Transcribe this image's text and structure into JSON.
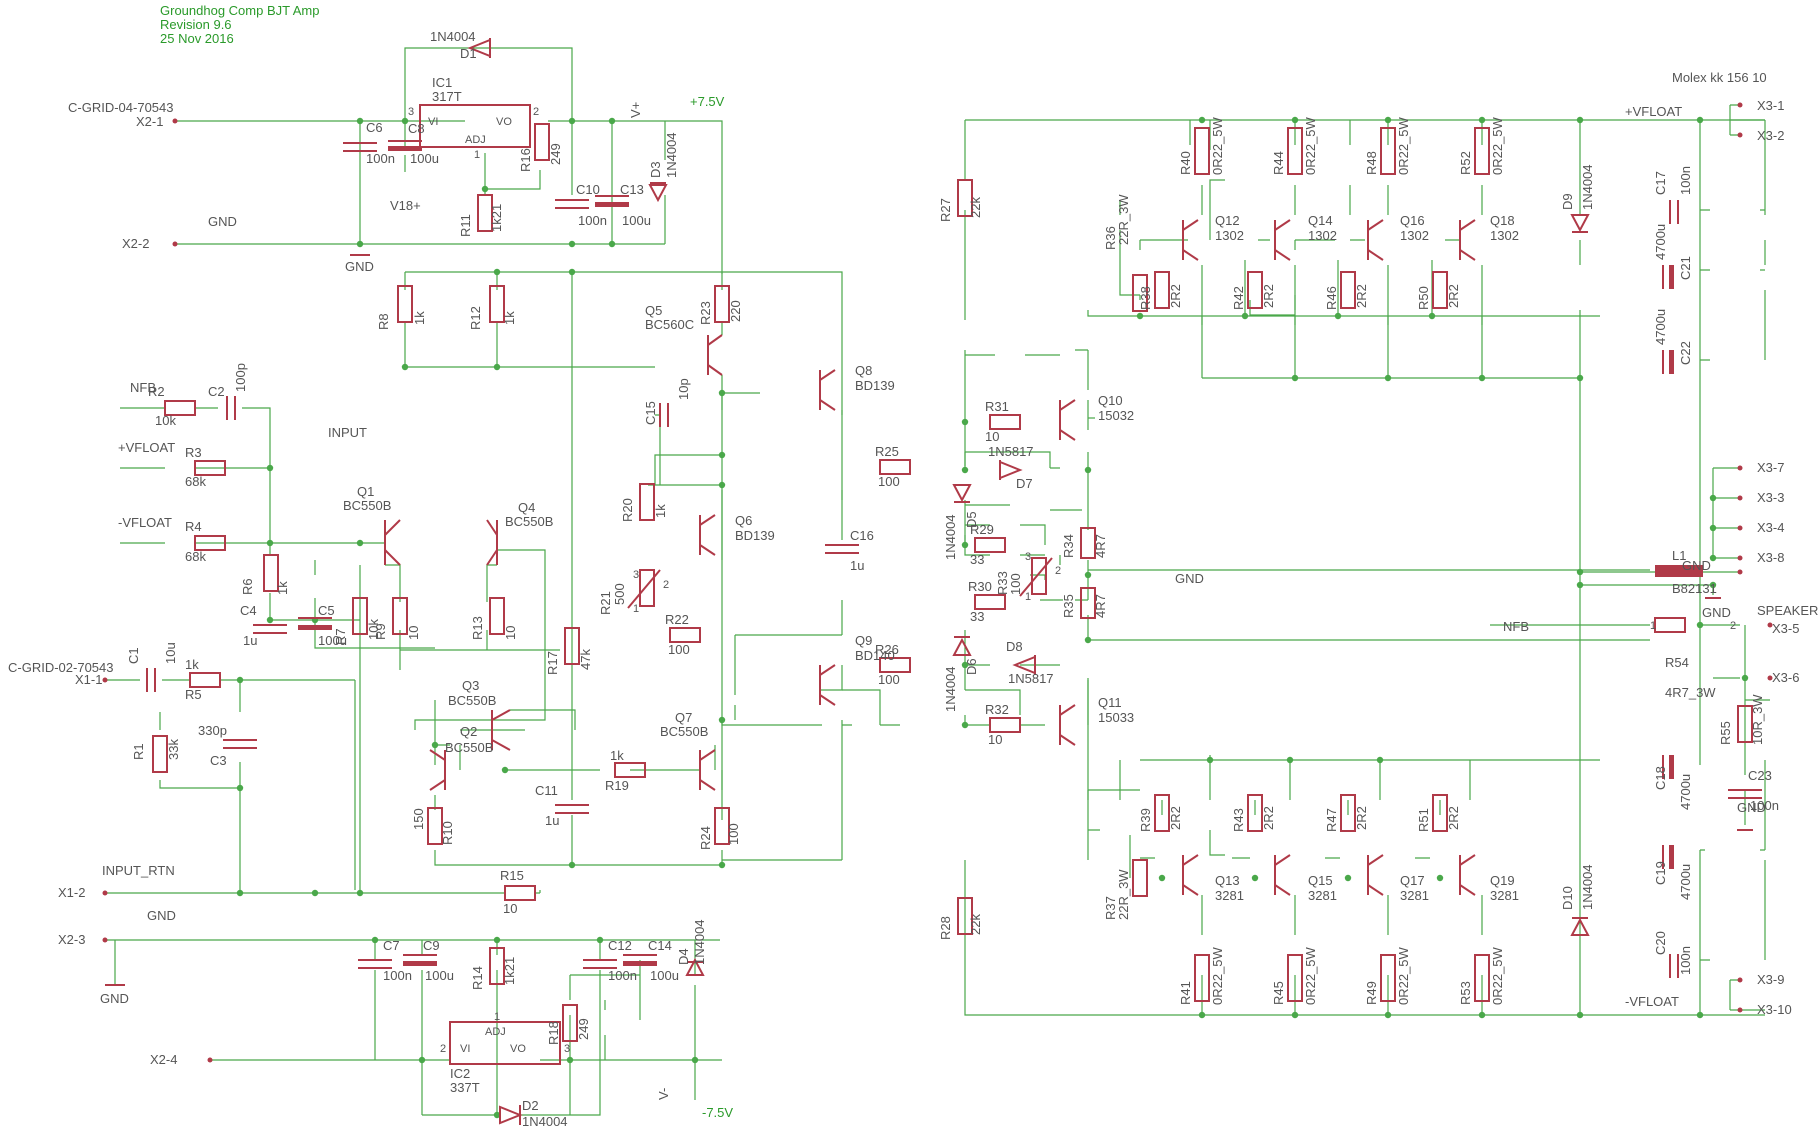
{
  "title": {
    "line1": "Groundhog Comp BJT Amp",
    "line2": "Revision 9.6",
    "line3": "25 Nov 2016"
  },
  "labels": {
    "c_grid_04": "C-GRID-04-70543",
    "c_grid_02": "C-GRID-02-70543",
    "molex": "Molex kk 156 10",
    "x2_1": "X2-1",
    "x2_2": "X2-2",
    "x2_3": "X2-3",
    "x2_4": "X2-4",
    "x1_1": "X1-1",
    "x1_2": "X1-2",
    "x3_1": "X3-1",
    "x3_2": "X3-2",
    "x3_3": "X3-3",
    "x3_4": "X3-4",
    "x3_5": "X3-5",
    "x3_6": "X3-6",
    "x3_7": "X3-7",
    "x3_8": "X3-8",
    "x3_9": "X3-9",
    "x3_10": "X3-10",
    "gnd": "GND",
    "v18": "V18+",
    "vplus": "V+",
    "vminus": "V-",
    "p75": "+7.5V",
    "m75": "-7.5V",
    "nfb": "NFB",
    "vfloat_p": "+VFLOAT",
    "vfloat_m": "-VFLOAT",
    "input": "INPUT",
    "input_rtn": "INPUT_RTN",
    "speaker": "SPEAKER",
    "pin1": "1",
    "pin2": "2",
    "pin3": "3"
  },
  "ic1": {
    "name": "IC1",
    "part": "317T",
    "vi": "VI",
    "vo": "VO",
    "adj": "ADJ"
  },
  "ic2": {
    "name": "IC2",
    "part": "337T",
    "vi": "VI",
    "vo": "VO",
    "adj": "ADJ"
  },
  "diodes": {
    "d1": "D1",
    "d1v": "1N4004",
    "d2": "D2",
    "d2v": "1N4004",
    "d3": "D3",
    "d3v": "1N4004",
    "d4": "D4",
    "d4v": "1N4004",
    "d5": "D5",
    "d5v": "1N4004",
    "d6": "D6",
    "d6v": "1N4004",
    "d7": "D7",
    "d7v": "1N5817",
    "d8": "D8",
    "d8v": "1N5817",
    "d9": "D9",
    "d9v": "1N4004",
    "d10": "D10",
    "d10v": "1N4004"
  },
  "caps": {
    "c1": "C1",
    "c1v": "10u",
    "c2": "C2",
    "c2v": "100p",
    "c3": "C3",
    "c3v": "330p",
    "c4": "C4",
    "c4v": "1u",
    "c5": "C5",
    "c5v": "100u",
    "c6": "C6",
    "c6v": "100n",
    "c7": "C7",
    "c7v": "100n",
    "c8": "C8",
    "c8v": "100u",
    "c9": "C9",
    "c9v": "100u",
    "c10": "C10",
    "c10v": "100n",
    "c11": "C11",
    "c11v": "1u",
    "c12": "C12",
    "c12v": "100n",
    "c13": "C13",
    "c13v": "100u",
    "c14": "C14",
    "c14v": "100u",
    "c15": "C15",
    "c15v": "10p",
    "c16": "C16",
    "c16v": "1u",
    "c17": "C17",
    "c17v": "100n",
    "c18": "C18",
    "c18v": "4700u",
    "c19": "C19",
    "c19v": "4700u",
    "c20": "C20",
    "c20v": "100n",
    "c21": "C21",
    "c21v": "4700u",
    "c22": "C22",
    "c22v": "4700u",
    "c23": "C23",
    "c23v": "100n"
  },
  "resistors": {
    "r1": "R1",
    "r1v": "33k",
    "r2": "R2",
    "r2v": "10k",
    "r3": "R3",
    "r3v": "68k",
    "r4": "R4",
    "r4v": "68k",
    "r5": "R5",
    "r5v": "1k",
    "r6": "R6",
    "r6v": "1k",
    "r7": "R7",
    "r7v": "10k",
    "r8": "R8",
    "r8v": "1k",
    "r9": "R9",
    "r9v": "10",
    "r10": "R10",
    "r10v": "150",
    "r11": "R11",
    "r11v": "1k21",
    "r12": "R12",
    "r12v": "1k",
    "r13": "R13",
    "r13v": "10",
    "r14": "R14",
    "r14v": "1k21",
    "r15": "R15",
    "r15v": "10",
    "r16": "R16",
    "r16v": "249",
    "r17": "R17",
    "r17v": "47k",
    "r18": "R18",
    "r18v": "249",
    "r19": "R19",
    "r19v": "1k",
    "r20": "R20",
    "r20v": "1k",
    "r21": "R21",
    "r21v": "500",
    "r22": "R22",
    "r22v": "100",
    "r23": "R23",
    "r23v": "220",
    "r24": "R24",
    "r24v": "100",
    "r25": "R25",
    "r25v": "100",
    "r26": "R26",
    "r26v": "100",
    "r27": "R27",
    "r27v": "22k",
    "r28": "R28",
    "r28v": "22k",
    "r29": "R29",
    "r29v": "33",
    "r30": "R30",
    "r30v": "33",
    "r31": "R31",
    "r31v": "10",
    "r32": "R32",
    "r32v": "10",
    "r33": "R33",
    "r33v": "100",
    "r34": "R34",
    "r34v": "4R7",
    "r35": "R35",
    "r35v": "4R7",
    "r36": "R36",
    "r36v": "22R_3W",
    "r37": "R37",
    "r37v": "22R_3W",
    "r38": "R38",
    "r38v": "2R2",
    "r39": "R39",
    "r39v": "2R2",
    "r40": "R40",
    "r40v": "0R22_5W",
    "r41": "R41",
    "r41v": "0R22_5W",
    "r42": "R42",
    "r42v": "2R2",
    "r43": "R43",
    "r43v": "2R2",
    "r44": "R44",
    "r44v": "0R22_5W",
    "r45": "R45",
    "r45v": "0R22_5W",
    "r46": "R46",
    "r46v": "2R2",
    "r47": "R47",
    "r47v": "2R2",
    "r48": "R48",
    "r48v": "0R22_5W",
    "r49": "R49",
    "r49v": "0R22_5W",
    "r50": "R50",
    "r50v": "2R2",
    "r51": "R51",
    "r51v": "2R2",
    "r52": "R52",
    "r52v": "0R22_5W",
    "r53": "R53",
    "r53v": "0R22_5W",
    "r54": "R54",
    "r54v": "4R7_3W",
    "r55": "R55",
    "r55v": "10R_3W"
  },
  "transistors": {
    "q1": "Q1",
    "q1v": "BC550B",
    "q2": "Q2",
    "q2v": "BC550B",
    "q3": "Q3",
    "q3v": "BC550B",
    "q4": "Q4",
    "q4v": "BC550B",
    "q5": "Q5",
    "q5v": "BC560C",
    "q6": "Q6",
    "q6v": "BD139",
    "q7": "Q7",
    "q7v": "BC550B",
    "q8": "Q8",
    "q8v": "BD139",
    "q9": "Q9",
    "q9v": "BD140",
    "q10": "Q10",
    "q10v": "15032",
    "q11": "Q11",
    "q11v": "15033",
    "q12": "Q12",
    "q12v": "1302",
    "q13": "Q13",
    "q13v": "3281",
    "q14": "Q14",
    "q14v": "1302",
    "q15": "Q15",
    "q15v": "3281",
    "q16": "Q16",
    "q16v": "1302",
    "q17": "Q17",
    "q17v": "3281",
    "q18": "Q18",
    "q18v": "1302",
    "q19": "Q19",
    "q19v": "3281"
  },
  "inductor": {
    "l1": "L1",
    "l1v": "B82131"
  },
  "colors": {
    "wire": "#4aa84a",
    "component": "#b03a48",
    "text": "#555555",
    "title": "#2a9a2a",
    "background": "#ffffff"
  }
}
